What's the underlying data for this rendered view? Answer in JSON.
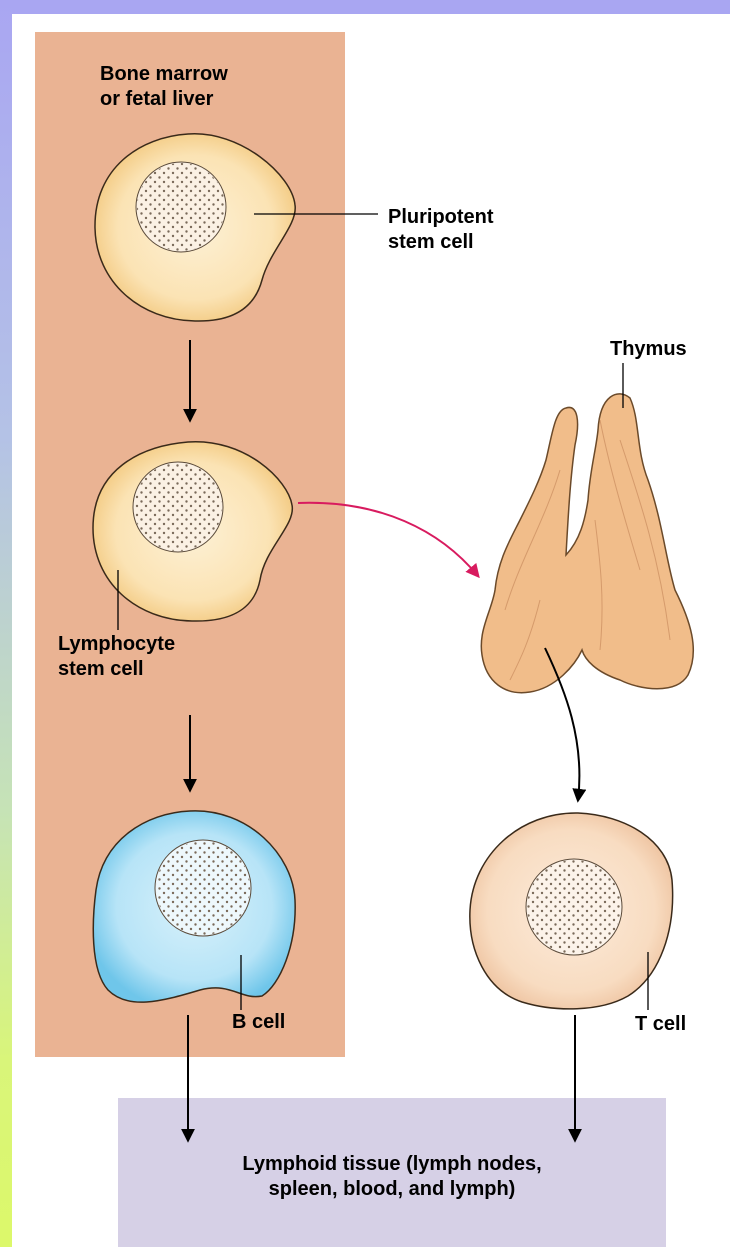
{
  "labels": {
    "bone_marrow": "Bone marrow\nor fetal liver",
    "pluripotent": "Pluripotent\nstem cell",
    "thymus": "Thymus",
    "lymphocyte": "Lymphocyte\nstem cell",
    "b_cell": "B cell",
    "t_cell": "T cell",
    "lymphoid_tissue": "Lymphoid tissue (lymph nodes,\nspleen, blood, and lymph)"
  },
  "colors": {
    "marrow_panel": "#eab393",
    "tissue_box": "#d6d0e6",
    "stem_cell_fill": "#fbe3b4",
    "b_cell_fill": "#a8def5",
    "t_cell_fill": "#f8dcc1",
    "thymus_fill": "#f1bd8a",
    "migration_arrow": "#d81b5f"
  }
}
